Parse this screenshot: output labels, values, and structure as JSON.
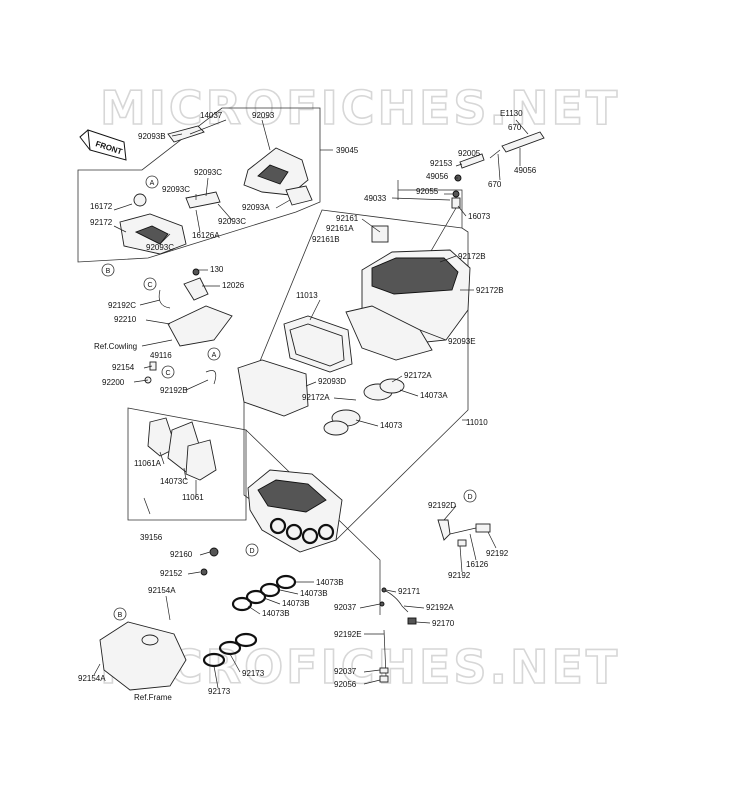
{
  "watermark": "MICROFICHES.NET",
  "front_arrow": "FRONT",
  "refs": {
    "cowling": "Ref.Cowling",
    "frame": "Ref.Frame"
  },
  "callouts": [
    "A",
    "B",
    "C",
    "D"
  ],
  "labels": [
    "14037",
    "92093",
    "92093B",
    "39045",
    "92093C",
    "92093C",
    "92093C",
    "92093C",
    "16172",
    "92172",
    "16126A",
    "92093A",
    "E1130",
    "670",
    "92005",
    "92153",
    "670",
    "49056",
    "49056",
    "92055",
    "49033",
    "16073",
    "92161",
    "92161A",
    "92161B",
    "92172B",
    "92172B",
    "130",
    "12026",
    "92192C",
    "92210",
    "11013",
    "92093E",
    "49116",
    "92154",
    "92200",
    "92192B",
    "92093D",
    "92172A",
    "92172A",
    "14073A",
    "14073",
    "11010",
    "11061A",
    "14073C",
    "11061",
    "39156",
    "92192D",
    "92192",
    "16126",
    "92192",
    "92160",
    "92152",
    "14073B",
    "14073B",
    "14073B",
    "14073B",
    "92171",
    "92037",
    "92192A",
    "92154A",
    "92170",
    "92192E",
    "92037",
    "92056",
    "92154A",
    "92173",
    "92173"
  ]
}
